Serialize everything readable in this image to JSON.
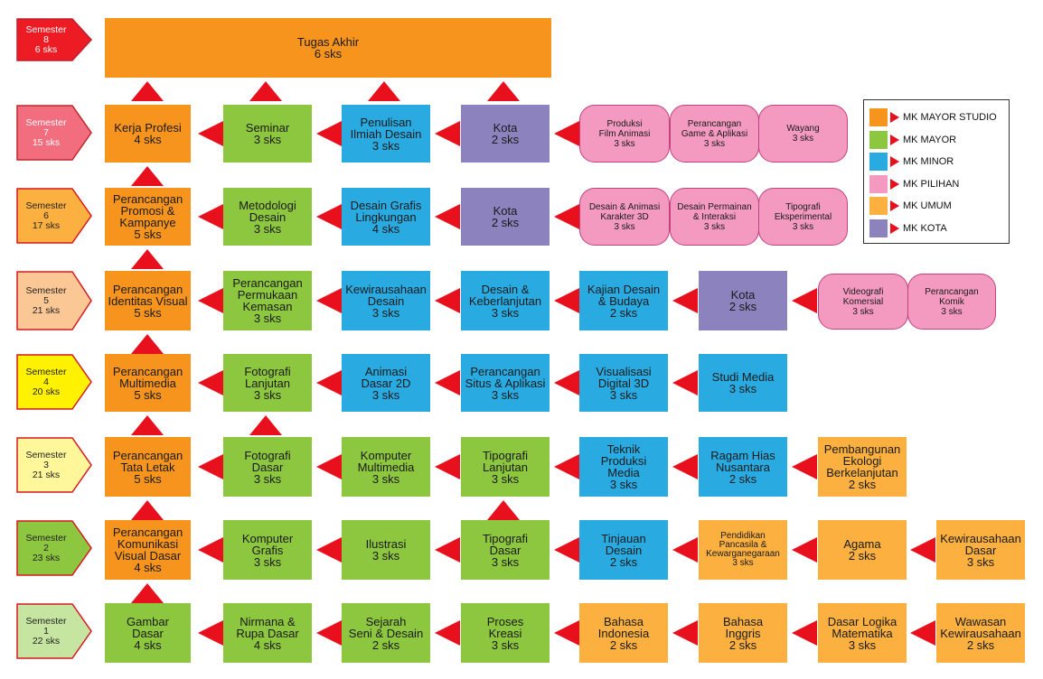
{
  "colors": {
    "mayor_studio": "#f7941e",
    "mayor": "#8dc63f",
    "minor": "#29abe2",
    "pilihan": "#f49ac1",
    "umum": "#fbb040",
    "kota": "#8c82be",
    "arrow": "#e8101c"
  },
  "semesters": [
    {
      "id": "s8",
      "label": "Semester\n8\n6 sks",
      "fill": "#ed1c24",
      "stroke": "#be1e2d",
      "text_color": "#ffffff"
    },
    {
      "id": "s7",
      "label": "Semester\n7\n15 sks",
      "fill": "#f26d7d",
      "stroke": "#c2272d",
      "text_color": "#ffffff"
    },
    {
      "id": "s6",
      "label": "Semester\n6\n17 sks",
      "fill": "#fbb040",
      "stroke": "#d7191f",
      "text_color": "#222222"
    },
    {
      "id": "s5",
      "label": "Semester\n5\n21 sks",
      "fill": "#fbc895",
      "stroke": "#d7191f",
      "text_color": "#222222"
    },
    {
      "id": "s4",
      "label": "Semester\n4\n20 sks",
      "fill": "#fff200",
      "stroke": "#d7191f",
      "text_color": "#222222"
    },
    {
      "id": "s3",
      "label": "Semester\n3\n21 sks",
      "fill": "#fff799",
      "stroke": "#d7191f",
      "text_color": "#222222"
    },
    {
      "id": "s2",
      "label": "Semester\n2\n23 sks",
      "fill": "#8dc63f",
      "stroke": "#d7191f",
      "text_color": "#222222"
    },
    {
      "id": "s1",
      "label": "Semester\n1\n22 sks",
      "fill": "#c5e5a0",
      "stroke": "#d7191f",
      "text_color": "#222222"
    }
  ],
  "courses": [
    {
      "id": "tugas-akhir",
      "label": "Tugas Akhir\n6 sks",
      "type": "mayor_studio"
    },
    {
      "id": "kerja-profesi",
      "label": "Kerja Profesi\n4 sks",
      "type": "mayor_studio"
    },
    {
      "id": "seminar",
      "label": "Seminar\n3 sks",
      "type": "mayor"
    },
    {
      "id": "penulisan-ilmiah-desain",
      "label": "Penulisan\nIlmiah Desain\n3 sks",
      "type": "minor"
    },
    {
      "id": "kota-7",
      "label": "Kota\n2 sks",
      "type": "kota"
    },
    {
      "id": "produksi-film-animasi",
      "label": "Produksi\nFilm Animasi\n3 sks",
      "type": "pilihan"
    },
    {
      "id": "perancangan-game",
      "label": "Perancangan\nGame & Aplikasi\n3 sks",
      "type": "pilihan"
    },
    {
      "id": "wayang",
      "label": "Wayang\n3 sks",
      "type": "pilihan"
    },
    {
      "id": "perancangan-promosi",
      "label": "Perancangan\nPromosi &\nKampanye\n5 sks",
      "type": "mayor_studio"
    },
    {
      "id": "metodologi-desain",
      "label": "Metodologi\nDesain\n3 sks",
      "type": "mayor"
    },
    {
      "id": "desain-grafis-lingkungan",
      "label": "Desain Grafis\nLingkungan\n4 sks",
      "type": "minor"
    },
    {
      "id": "kota-6",
      "label": "Kota\n2 sks",
      "type": "kota"
    },
    {
      "id": "desain-animasi-karakter",
      "label": "Desain & Animasi\nKarakter 3D\n3 sks",
      "type": "pilihan"
    },
    {
      "id": "desain-permainan",
      "label": "Desain Permainan\n& Interaksi\n3 sks",
      "type": "pilihan"
    },
    {
      "id": "tipografi-eksperimental",
      "label": "Tipografi\nEksperimental\n3 sks",
      "type": "pilihan"
    },
    {
      "id": "perancangan-identitas",
      "label": "Perancangan\nIdentitas Visual\n5 sks",
      "type": "mayor_studio"
    },
    {
      "id": "perancangan-permukaan",
      "label": "Perancangan\nPermukaan\nKemasan\n3 sks",
      "type": "mayor"
    },
    {
      "id": "kewirausahaan-desain",
      "label": "Kewirausahaan\nDesain\n3 sks",
      "type": "minor"
    },
    {
      "id": "desain-keberlanjutan",
      "label": "Desain &\nKeberlanjutan\n3 sks",
      "type": "minor"
    },
    {
      "id": "kajian-desain-budaya",
      "label": "Kajian Desain\n& Budaya\n2 sks",
      "type": "minor"
    },
    {
      "id": "kota-5",
      "label": "Kota\n2 sks",
      "type": "kota"
    },
    {
      "id": "videografi-komersial",
      "label": "Videografi\nKomersial\n3 sks",
      "type": "pilihan"
    },
    {
      "id": "perancangan-komik",
      "label": "Perancangan\nKomik\n3 sks",
      "type": "pilihan"
    },
    {
      "id": "perancangan-multimedia",
      "label": "Perancangan\nMultimedia\n5 sks",
      "type": "mayor_studio"
    },
    {
      "id": "fotografi-lanjutan",
      "label": "Fotografi\nLanjutan\n3 sks",
      "type": "mayor"
    },
    {
      "id": "animasi-dasar-2d",
      "label": "Animasi\nDasar 2D\n3 sks",
      "type": "minor"
    },
    {
      "id": "perancangan-situs",
      "label": "Perancangan\nSitus & Aplikasi\n3 sks",
      "type": "minor"
    },
    {
      "id": "visualisasi-digital-3d",
      "label": "Visualisasi\nDigital 3D\n3 sks",
      "type": "minor"
    },
    {
      "id": "studi-media",
      "label": "Studi Media\n3 sks",
      "type": "minor"
    },
    {
      "id": "perancangan-tata-letak",
      "label": "Perancangan\nTata Letak\n5 sks",
      "type": "mayor_studio"
    },
    {
      "id": "fotografi-dasar",
      "label": "Fotografi\nDasar\n3 sks",
      "type": "mayor"
    },
    {
      "id": "komputer-multimedia",
      "label": "Komputer\nMultimedia\n3 sks",
      "type": "mayor"
    },
    {
      "id": "tipografi-lanjutan",
      "label": "Tipografi\nLanjutan\n3 sks",
      "type": "mayor"
    },
    {
      "id": "teknik-produksi-media",
      "label": "Teknik\nProduksi\nMedia\n3 sks",
      "type": "minor"
    },
    {
      "id": "ragam-hias-nusantara",
      "label": "Ragam Hias\nNusantara\n2 sks",
      "type": "minor"
    },
    {
      "id": "pembangunan-ekologi",
      "label": "Pembangunan\nEkologi\nBerkelanjutan\n2 sks",
      "type": "umum"
    },
    {
      "id": "perancangan-komunikasi",
      "label": "Perancangan\nKomunikasi\nVisual Dasar\n4 sks",
      "type": "mayor_studio"
    },
    {
      "id": "komputer-grafis",
      "label": "Komputer\nGrafis\n3 sks",
      "type": "mayor"
    },
    {
      "id": "ilustrasi",
      "label": "Ilustrasi\n3 sks",
      "type": "mayor"
    },
    {
      "id": "tipografi-dasar",
      "label": "Tipografi\nDasar\n3 sks",
      "type": "mayor"
    },
    {
      "id": "tinjauan-desain",
      "label": "Tinjauan\nDesain\n2 sks",
      "type": "minor"
    },
    {
      "id": "pendidikan-pancasila",
      "label": "Pendidikan\nPancasila &\nKewarganegaraan\n3 sks",
      "type": "umum",
      "small": true
    },
    {
      "id": "agama",
      "label": "Agama\n2 sks",
      "type": "umum"
    },
    {
      "id": "kewirausahaan-dasar",
      "label": "Kewirausahaan\nDasar\n3 sks",
      "type": "umum"
    },
    {
      "id": "gambar-dasar",
      "label": "Gambar\nDasar\n4 sks",
      "type": "mayor"
    },
    {
      "id": "nirmana-rupa-dasar",
      "label": "Nirmana &\nRupa Dasar\n4 sks",
      "type": "mayor"
    },
    {
      "id": "sejarah-seni-desain",
      "label": "Sejarah\nSeni & Desain\n2 sks",
      "type": "mayor"
    },
    {
      "id": "proses-kreasi",
      "label": "Proses\nKreasi\n3 sks",
      "type": "mayor"
    },
    {
      "id": "bahasa-indonesia",
      "label": "Bahasa\nIndonesia\n2 sks",
      "type": "umum"
    },
    {
      "id": "bahasa-inggris",
      "label": "Bahasa\nInggris\n2 sks",
      "type": "umum"
    },
    {
      "id": "dasar-logika-matematika",
      "label": "Dasar Logika\nMatematika\n3 sks",
      "type": "umum"
    },
    {
      "id": "wawasan-kewirausahaan",
      "label": "Wawasan\nKewirausahaan\n2 sks",
      "type": "umum"
    }
  ],
  "legend": [
    {
      "label": "MK MAYOR STUDIO",
      "type": "mayor_studio"
    },
    {
      "label": "MK MAYOR",
      "type": "mayor"
    },
    {
      "label": "MK MINOR",
      "type": "minor"
    },
    {
      "label": "MK PILIHAN",
      "type": "pilihan"
    },
    {
      "label": "MK UMUM",
      "type": "umum"
    },
    {
      "label": "MK KOTA",
      "type": "kota"
    }
  ]
}
